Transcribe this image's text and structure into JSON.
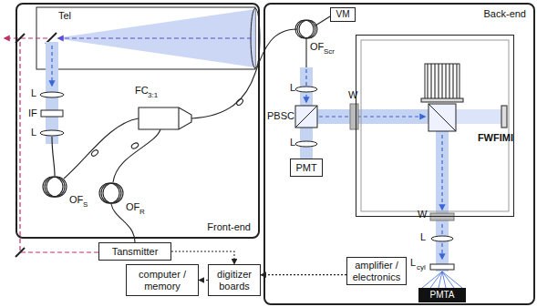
{
  "diagram": {
    "nodes": [
      {
        "text": [
          "Front-end"
        ]
      },
      {
        "text": [
          "Back-end"
        ]
      },
      {
        "text": [
          "VM"
        ],
        "in": 1
      },
      {
        "text": [
          "FWFIMI"
        ],
        "in": 1
      },
      {
        "text": [
          "PMT"
        ],
        "in": 1
      },
      {
        "text": [
          "amplifier / electronics"
        ],
        "in": 1
      },
      {
        "text": [
          "PMTA"
        ],
        "in": 1
      },
      {
        "text": [
          "Tansmitter"
        ]
      },
      {
        "text": [
          "computer / memory"
        ]
      },
      {
        "text": [
          "digitizer boards"
        ]
      }
    ],
    "edges": [
      {
        "from": 7,
        "to": 9,
        "arrow": "to"
      },
      {
        "from": 5,
        "to": 9,
        "arrow": "to"
      },
      {
        "from": 9,
        "to": 8,
        "arrow": "to"
      }
    ],
    "labels": [
      "Tel",
      "L",
      "IF",
      "L",
      "OF",
      "S",
      "OF",
      "R",
      "FC",
      "3:1",
      "OF",
      "Scr",
      "L",
      "PBSC",
      "L",
      "W",
      "W",
      "L",
      "L",
      "cyl"
    ]
  }
}
